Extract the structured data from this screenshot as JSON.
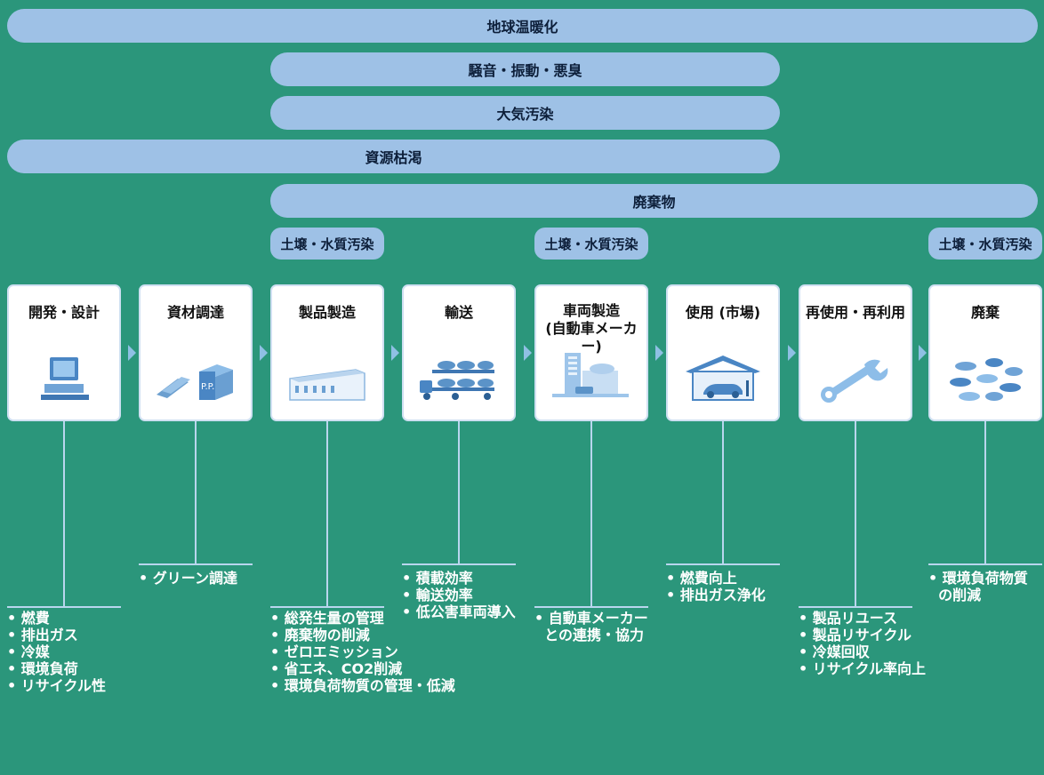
{
  "bars": {
    "global_warming": "地球温暖化",
    "noise_vibration_odor": "騒音・振動・悪臭",
    "air_pollution": "大気汚染",
    "resource_depletion": "資源枯渇",
    "waste": "廃棄物"
  },
  "soil_water_label": "土壌・水質汚染",
  "stages": {
    "development": {
      "title": "開発・設計",
      "icon": "computer-icon"
    },
    "procurement": {
      "title": "資材調達",
      "icon": "materials-icon"
    },
    "production": {
      "title": "製品製造",
      "icon": "factory-icon"
    },
    "transport": {
      "title": "輸送",
      "icon": "car-carrier-truck-icon"
    },
    "vehicle_manufacturing": {
      "title_line1": "車両製造",
      "title_line2": "(自動車メーカー)",
      "icon": "car-plant-icon"
    },
    "use": {
      "title": "使用 (市場)",
      "icon": "garage-icon"
    },
    "reuse": {
      "title": "再使用・再利用",
      "icon": "wrench-icon"
    },
    "disposal": {
      "title": "廃棄",
      "icon": "scrap-vehicles-icon"
    }
  },
  "impacts": {
    "development": [
      "• 燃費",
      "• 排出ガス",
      "• 冷媒",
      "• 環境負荷",
      "• リサイクル性"
    ],
    "procurement": [
      "• グリーン調達"
    ],
    "production": [
      "• 総発生量の管理",
      "• 廃棄物の削減",
      "• ゼロエミッション",
      "• 省エネ、CO2削減",
      "• 環境負荷物質の管理・低減"
    ],
    "transport": [
      "• 積載効率",
      "• 輸送効率",
      "• 低公害車両導入"
    ],
    "vehicle_manufacturing": [
      "• 自動車メーカー",
      "  との連携・協力"
    ],
    "use": [
      "• 燃費向上",
      "• 排出ガス浄化"
    ],
    "reuse": [
      "• 製品リユース",
      "• 製品リサイクル",
      "• 冷媒回収",
      "• リサイクル率向上"
    ],
    "disposal": [
      "• 環境負荷物質",
      "  の削減"
    ]
  },
  "colors": {
    "background": "#2b967b",
    "bar": "#9ec1e6",
    "card": "#ffffff",
    "connector": "#b9d6ee",
    "icon_blue": "#5b93c8"
  }
}
